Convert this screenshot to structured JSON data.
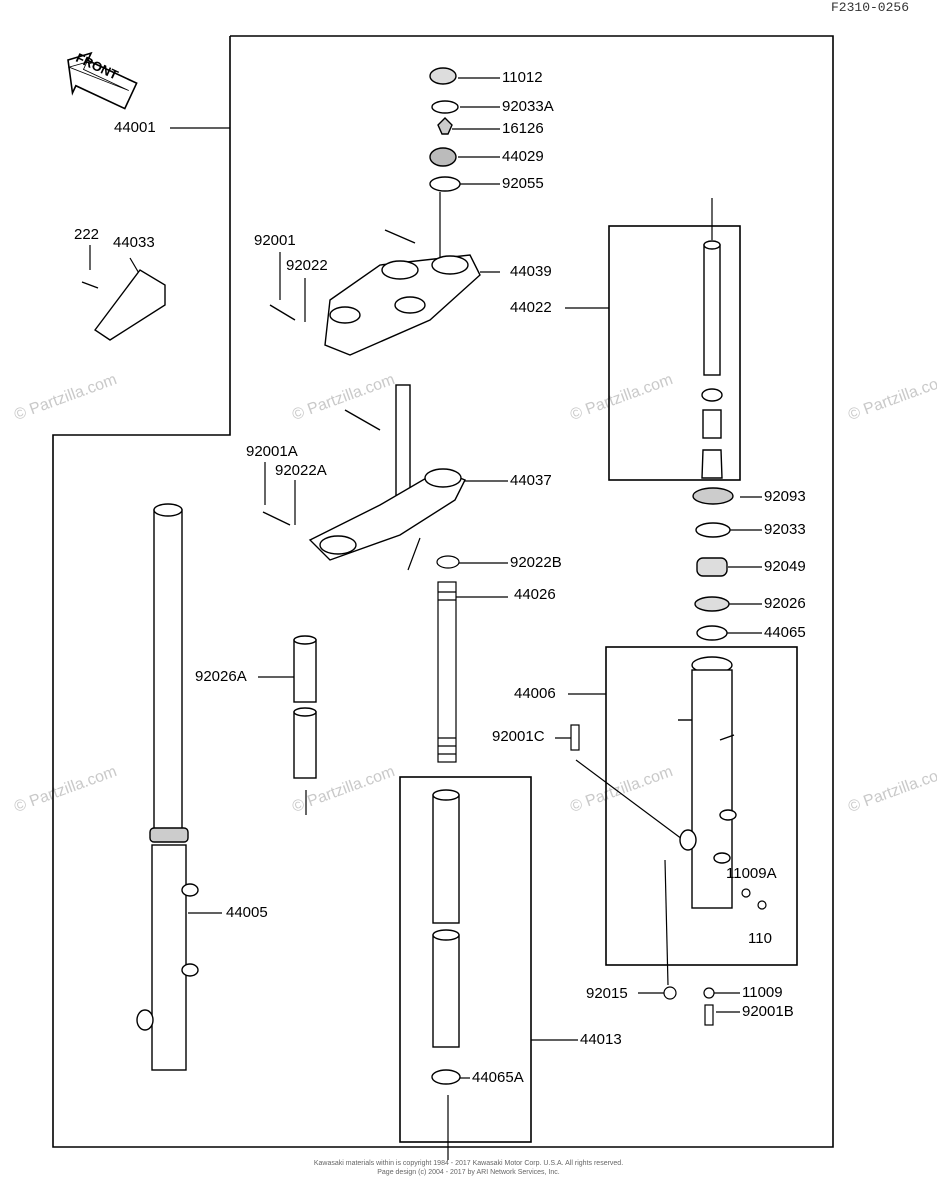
{
  "diagram_code": "F2310-0256",
  "front_arrow_text": "FRONT",
  "watermark": "© Partzilla.com",
  "footer_line1": "Kawasaki materials within is copyright 1984 - 2017 Kawasaki Motor Corp. U.S.A. All rights reserved.",
  "footer_line2": "Page design (c) 2004 - 2017 by ARI Network Services, Inc.",
  "labels": {
    "p44001": "44001",
    "p11012": "11012",
    "p92033A": "92033A",
    "p16126": "16126",
    "p44029": "44029",
    "p92055": "92055",
    "p222": "222",
    "p44033": "44033",
    "p92001": "92001",
    "p92022": "92022",
    "p44039": "44039",
    "p44022": "44022",
    "p92001A": "92001A",
    "p92022A": "92022A",
    "p44037": "44037",
    "p92093": "92093",
    "p92033": "92033",
    "p92022B": "92022B",
    "p92049": "92049",
    "p44026": "44026",
    "p92026": "92026",
    "p44065": "44065",
    "p92026A": "92026A",
    "p44006": "44006",
    "p92001C": "92001C",
    "p11009A": "11009A",
    "p44005": "44005",
    "p110": "110",
    "p92015": "92015",
    "p11009": "11009",
    "p92001B": "92001B",
    "p44013": "44013",
    "p44065A": "44065A"
  }
}
